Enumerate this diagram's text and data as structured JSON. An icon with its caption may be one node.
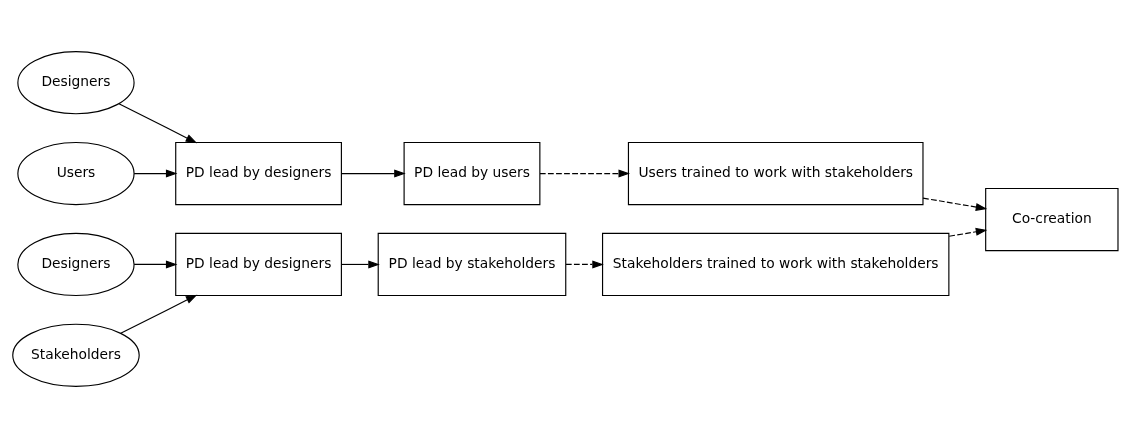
{
  "diagram": {
    "nodes": [
      {
        "text": [
          "Designers"
        ]
      },
      {
        "text": [
          "Users"
        ]
      },
      {
        "text": [
          "PD lead by designers"
        ]
      },
      {
        "text": [
          "PD lead by users"
        ]
      },
      {
        "text": [
          "Users trained to work with stakeholders"
        ]
      },
      {
        "text": [
          "Co-creation"
        ]
      },
      {
        "text": [
          "Designers"
        ]
      },
      {
        "text": [
          "Stakeholders"
        ]
      },
      {
        "text": [
          "PD lead by designers"
        ]
      },
      {
        "text": [
          "PD lead by stakeholders"
        ]
      },
      {
        "text": [
          "Stakeholders trained to work with stakeholders"
        ]
      }
    ],
    "edges": [
      {
        "from": 0,
        "to": 2,
        "arrow": "to"
      },
      {
        "from": 1,
        "to": 2,
        "arrow": "to"
      },
      {
        "from": 2,
        "to": 3,
        "arrow": "to"
      },
      {
        "from": 3,
        "to": 4,
        "arrow": "to",
        "style": "dashed"
      },
      {
        "from": 4,
        "to": 5,
        "arrow": "to",
        "style": "dashed"
      },
      {
        "from": 6,
        "to": 8,
        "arrow": "to"
      },
      {
        "from": 7,
        "to": 8,
        "arrow": "to"
      },
      {
        "from": 8,
        "to": 9,
        "arrow": "to"
      },
      {
        "from": 9,
        "to": 10,
        "arrow": "to",
        "style": "dashed"
      },
      {
        "from": 10,
        "to": 5,
        "arrow": "to",
        "style": "dashed"
      }
    ]
  }
}
